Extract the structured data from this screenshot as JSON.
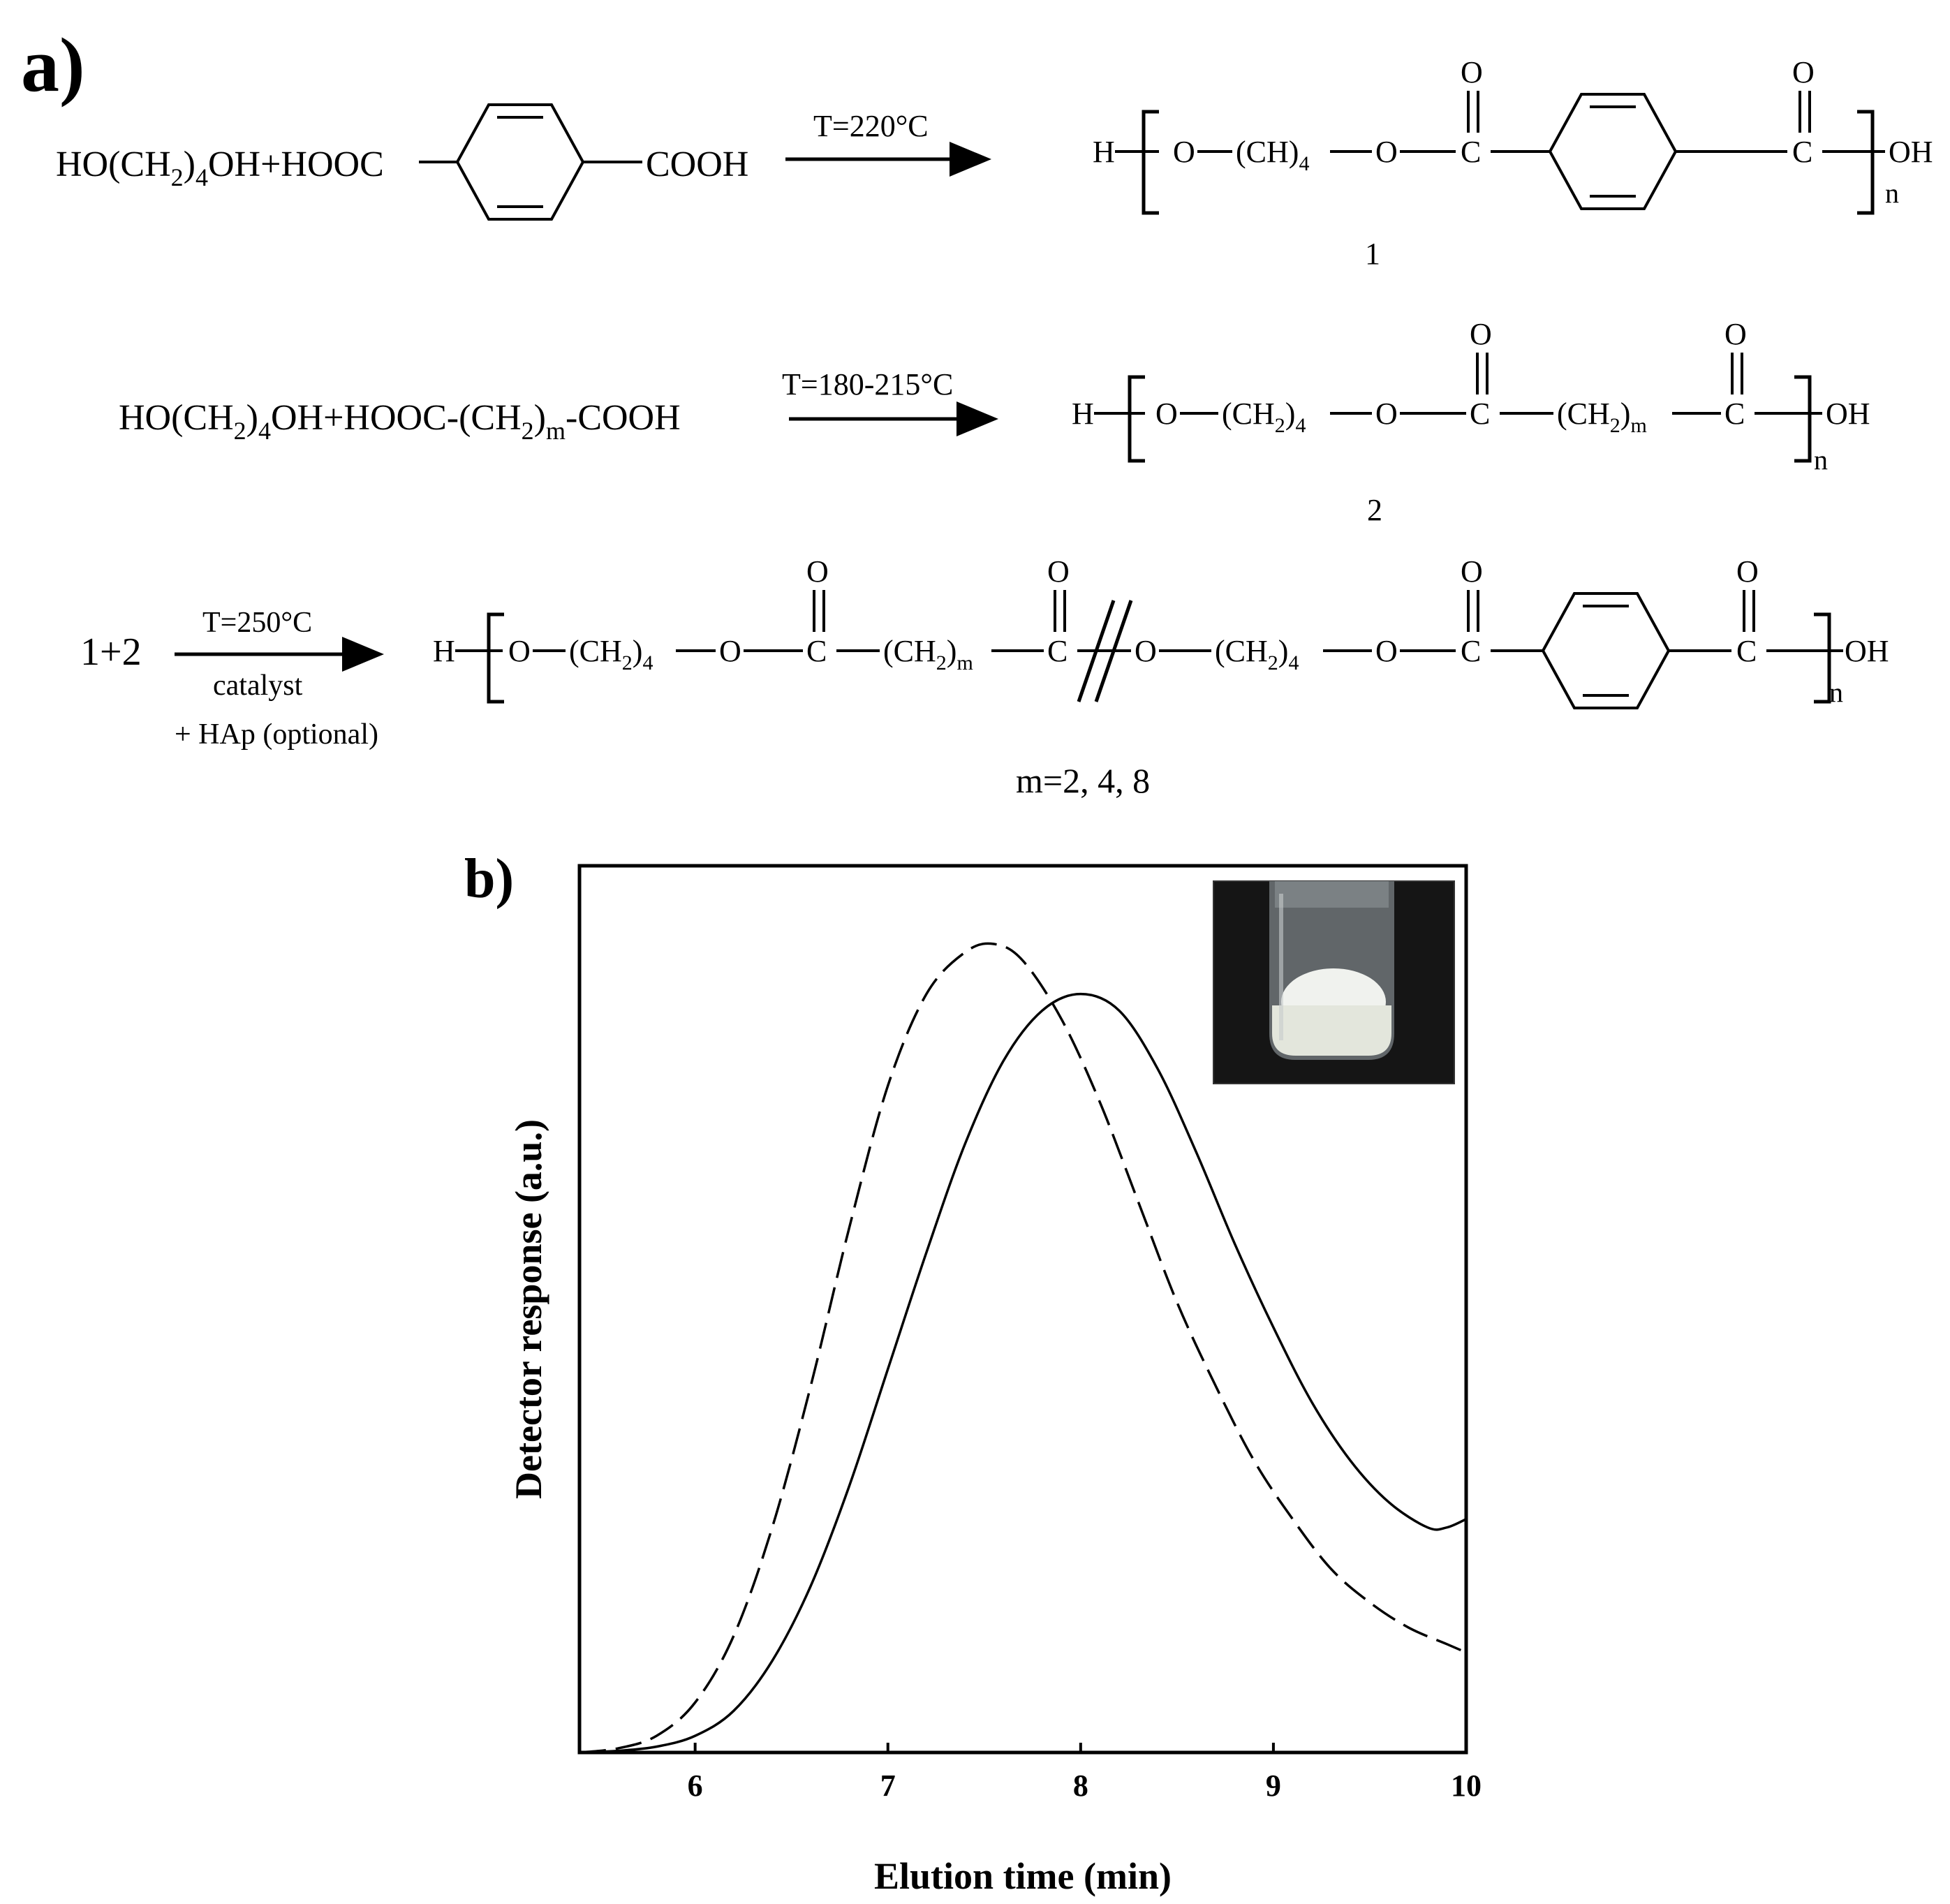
{
  "panel_a": {
    "label": "a)",
    "reaction1": {
      "reactants": "HO(CH2)4OH+HOOC",
      "reactant_tail": "COOH",
      "condition": "T=220°C",
      "product_number": "1"
    },
    "reaction2": {
      "reactants": "HO(CH2)4OH+HOOC-(CH2)m-COOH",
      "condition": "T=180-215°C",
      "product_number": "2"
    },
    "reaction3": {
      "reactants": "1+2",
      "condition": "T=250°C",
      "catalyst": "catalyst",
      "additive": "+  HAp (optional)",
      "m_values": "m=2, 4, 8"
    },
    "atoms": {
      "H": "H",
      "O": "O",
      "C": "C",
      "OH": "OH",
      "n": "n",
      "ch4": "(CH)",
      "ch2_4": "(CH",
      "sub_2": "2",
      "sub_4": "4",
      "sub_m": "m",
      "paren": ")"
    }
  },
  "panel_b": {
    "label": "b)",
    "inset_photo": "test-tube photo"
  },
  "chart_data": {
    "type": "line",
    "title": "",
    "xlabel": "Elution time (min)",
    "ylabel": "Detector response (a.u.)",
    "xlim": [
      5.4,
      10
    ],
    "ylim": [
      0,
      1.0
    ],
    "xticks": [
      6,
      7,
      8,
      9,
      10
    ],
    "yticks": [],
    "grid": false,
    "series": [
      {
        "style": "dashed",
        "x": [
          5.4,
          5.6,
          5.8,
          6.0,
          6.2,
          6.4,
          6.6,
          6.8,
          7.0,
          7.2,
          7.4,
          7.55,
          7.7,
          7.9,
          8.1,
          8.3,
          8.5,
          8.7,
          8.9,
          9.1,
          9.3,
          9.5,
          9.7,
          9.9,
          10.0
        ],
        "y": [
          0.0,
          0.005,
          0.02,
          0.06,
          0.14,
          0.27,
          0.44,
          0.63,
          0.8,
          0.91,
          0.96,
          0.97,
          0.95,
          0.88,
          0.78,
          0.66,
          0.54,
          0.44,
          0.35,
          0.28,
          0.22,
          0.18,
          0.15,
          0.13,
          0.12
        ]
      },
      {
        "style": "solid",
        "x": [
          5.4,
          5.6,
          5.8,
          6.0,
          6.2,
          6.4,
          6.6,
          6.8,
          7.0,
          7.2,
          7.4,
          7.6,
          7.8,
          8.0,
          8.2,
          8.4,
          8.6,
          8.8,
          9.0,
          9.2,
          9.4,
          9.6,
          9.8,
          9.9,
          10.0
        ],
        "y": [
          0.0,
          0.002,
          0.007,
          0.02,
          0.05,
          0.11,
          0.2,
          0.32,
          0.46,
          0.6,
          0.73,
          0.83,
          0.89,
          0.91,
          0.89,
          0.82,
          0.72,
          0.61,
          0.51,
          0.42,
          0.35,
          0.3,
          0.27,
          0.27,
          0.28
        ]
      }
    ]
  }
}
